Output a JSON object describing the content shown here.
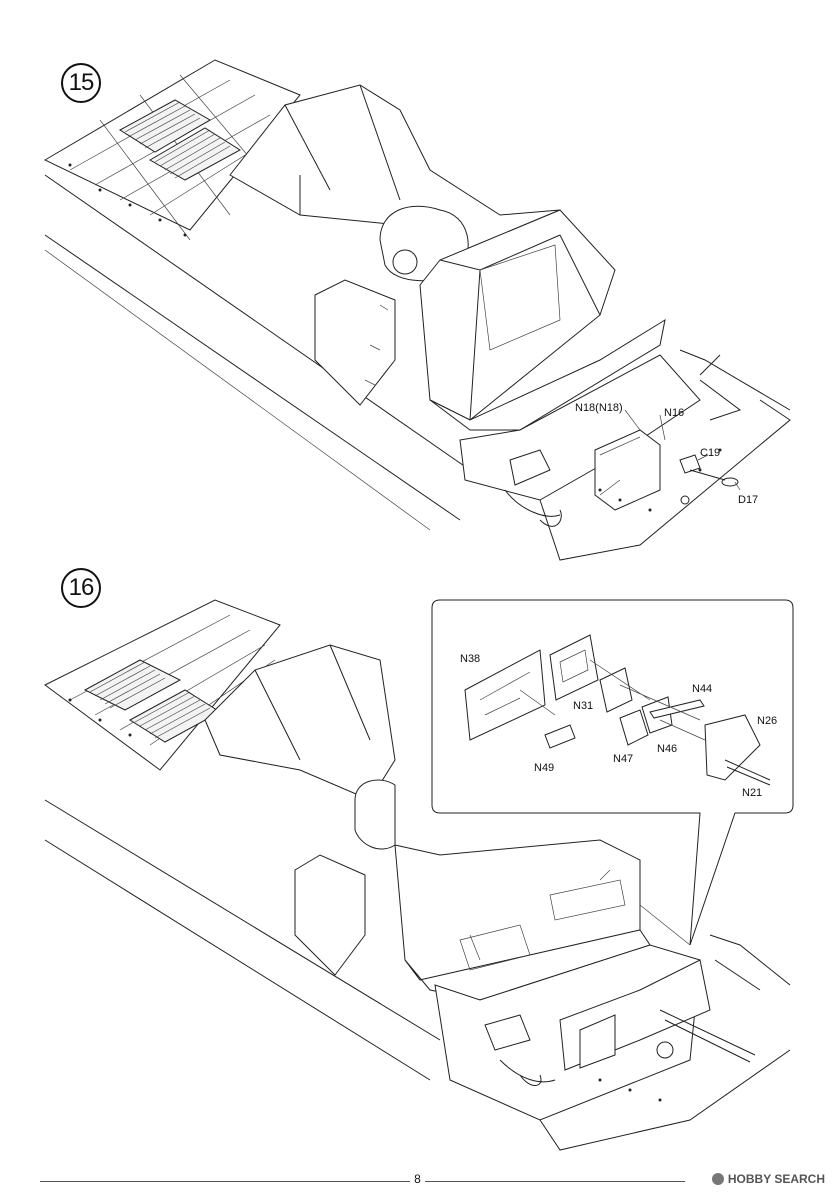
{
  "steps": [
    {
      "number": "15",
      "labels": [
        "N18(N18)",
        "N16",
        "C19",
        "D17"
      ]
    },
    {
      "number": "16",
      "detail_labels": [
        "N38",
        "N44",
        "N31",
        "N26",
        "N49",
        "N47",
        "N46",
        "N21"
      ]
    }
  ],
  "footer": {
    "page_number": "8",
    "watermark": "HOBBY SEARCH"
  }
}
